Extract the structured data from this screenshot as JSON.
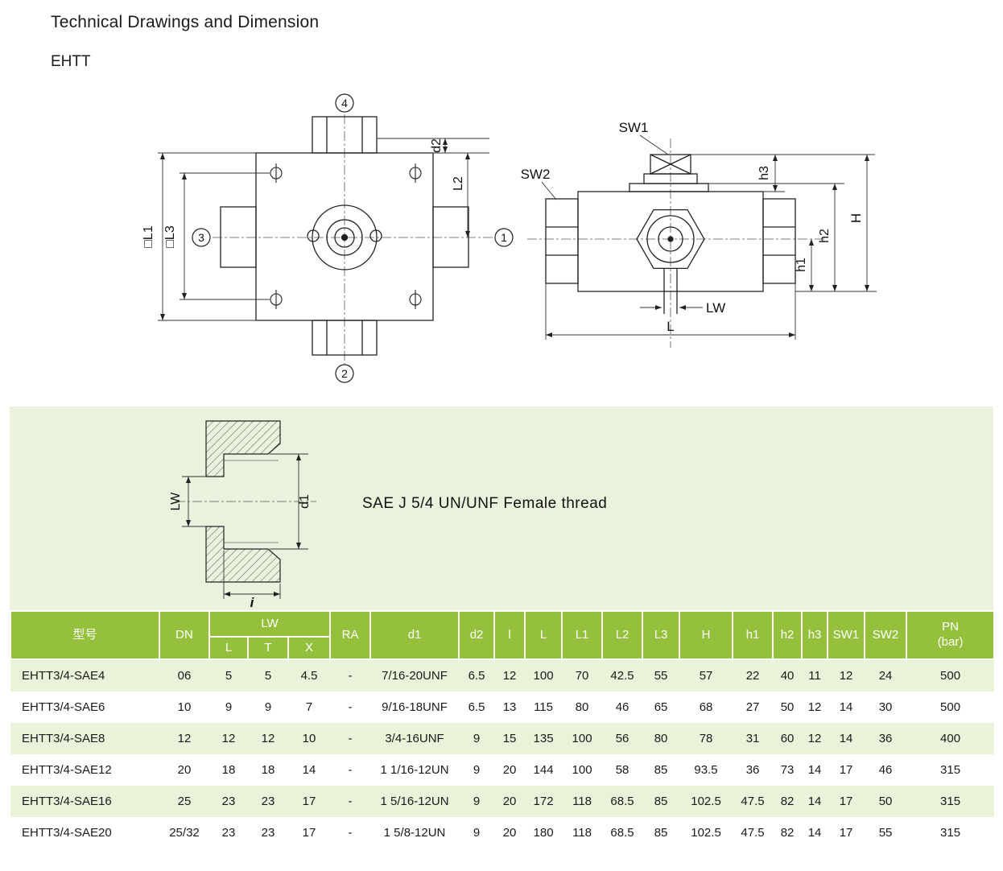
{
  "page": {
    "title": "Technical Drawings and Dimension",
    "subtitle": "EHTT"
  },
  "front_view": {
    "port_top": "4",
    "port_bottom": "2",
    "port_left": "3",
    "port_right": "1",
    "dim_l1": "□L1",
    "dim_l3": "□L3",
    "dim_d2": "d2",
    "dim_l2": "L2"
  },
  "side_view": {
    "sw1": "SW1",
    "sw2": "SW2",
    "h3": "h3",
    "h": "H",
    "h2": "h2",
    "h1": "h1",
    "lw": "LW",
    "l": "L"
  },
  "thread_detail": {
    "caption": "SAE J 5/4 UN/UNF Female thread",
    "lw": "LW",
    "d1": "d1",
    "i": "i"
  },
  "table": {
    "header": {
      "model": "型号",
      "dn": "DN",
      "lw_group": "LW",
      "lw_l": "L",
      "lw_t": "T",
      "lw_x": "X",
      "ra": "RA",
      "d1": "d1",
      "d2": "d2",
      "l_small": "l",
      "l_cap": "L",
      "l1": "L1",
      "l2": "L2",
      "l3": "L3",
      "h": "H",
      "h1": "h1",
      "h2": "h2",
      "h3": "h3",
      "sw1": "SW1",
      "sw2": "SW2",
      "pn_line1": "PN",
      "pn_line2": "(bar)"
    },
    "rows": [
      [
        "EHTT3/4-SAE4",
        "06",
        "5",
        "5",
        "4.5",
        "-",
        "7/16-20UNF",
        "6.5",
        "12",
        "100",
        "70",
        "42.5",
        "55",
        "57",
        "22",
        "40",
        "11",
        "12",
        "24",
        "500"
      ],
      [
        "EHTT3/4-SAE6",
        "10",
        "9",
        "9",
        "7",
        "-",
        "9/16-18UNF",
        "6.5",
        "13",
        "115",
        "80",
        "46",
        "65",
        "68",
        "27",
        "50",
        "12",
        "14",
        "30",
        "500"
      ],
      [
        "EHTT3/4-SAE8",
        "12",
        "12",
        "12",
        "10",
        "-",
        "3/4-16UNF",
        "9",
        "15",
        "135",
        "100",
        "56",
        "80",
        "78",
        "31",
        "60",
        "12",
        "14",
        "36",
        "400"
      ],
      [
        "EHTT3/4-SAE12",
        "20",
        "18",
        "18",
        "14",
        "-",
        "1 1/16-12UN",
        "9",
        "20",
        "144",
        "100",
        "58",
        "85",
        "93.5",
        "36",
        "73",
        "14",
        "17",
        "46",
        "315"
      ],
      [
        "EHTT3/4-SAE16",
        "25",
        "23",
        "23",
        "17",
        "-",
        "1 5/16-12UN",
        "9",
        "20",
        "172",
        "118",
        "68.5",
        "85",
        "102.5",
        "47.5",
        "82",
        "14",
        "17",
        "50",
        "315"
      ],
      [
        "EHTT3/4-SAE20",
        "25/32",
        "23",
        "23",
        "17",
        "-",
        "1 5/8-12UN",
        "9",
        "20",
        "180",
        "118",
        "68.5",
        "85",
        "102.5",
        "47.5",
        "82",
        "14",
        "17",
        "55",
        "315"
      ]
    ]
  },
  "colors": {
    "header_green": "#94C03C",
    "row_green": "#E9F3DA",
    "section_green": "#EAF2DD",
    "line_color": "#222222"
  }
}
